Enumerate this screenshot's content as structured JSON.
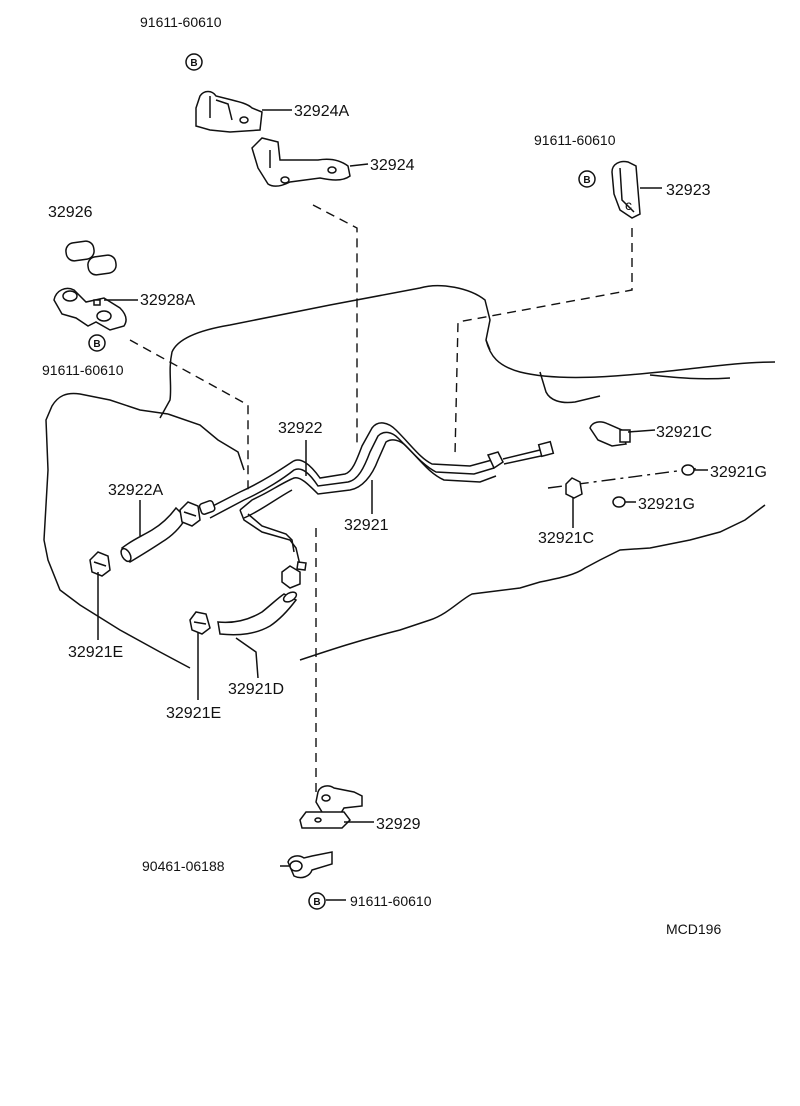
{
  "labels": {
    "bolt_top": "91611-60610",
    "bracket_32924a": "32924A",
    "bracket_32924": "32924",
    "bolt_right": "91611-60610",
    "clamp_32923": "32923",
    "cushion_32926": "32926",
    "clamp_32928a": "32928A",
    "bolt_left": "91611-60610",
    "tube_32922": "32922",
    "hose_32922a": "32922A",
    "tube_32921": "32921",
    "union_32921c_upper": "32921C",
    "gasket_32921g_upper": "32921G",
    "gasket_32921g_lower": "32921G",
    "union_32921c_lower": "32921C",
    "clip_32921e_left": "32921E",
    "hose_32921d": "32921D",
    "clip_32921e_bottom": "32921E",
    "bracket_32929": "32929",
    "clamp_90461": "90461-06188",
    "bolt_bottom": "91611-60610",
    "drawing_code": "MCD196"
  },
  "bolt_symbol": "B"
}
